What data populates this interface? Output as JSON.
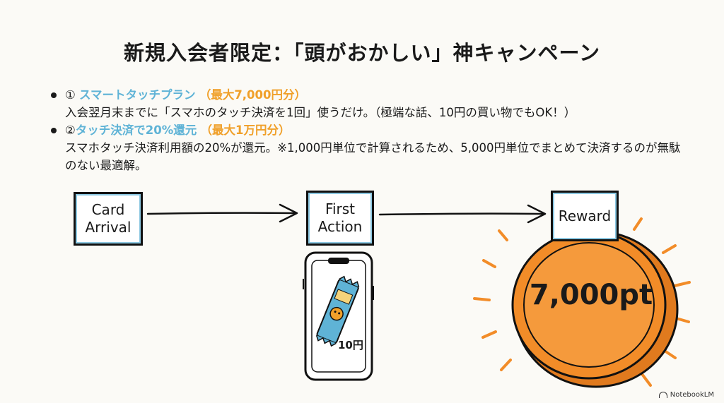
{
  "title": "新規入会者限定：「頭がおかしい」神キャンペーン",
  "bullets": [
    {
      "num": "①",
      "name": "スマートタッチプラン",
      "limit": "（最大7,000円分）",
      "desc": "入会翌月末までに「スマホのタッチ決済を1回」使うだけ。（極端な話、10円の買い物でもOK！）"
    },
    {
      "num": "②",
      "name": "タッチ決済で20%還元",
      "limit": "（最大1万円分）",
      "desc": "スマホタッチ決済利用額の20%が還元。※1,000円単位で計算されるため、5,000円単位でまとめて決済するのが無駄のない最適解。"
    }
  ],
  "flow": {
    "step1": "Card\nArrival",
    "step2": "First\nAction",
    "step3": "Reward"
  },
  "phone_price": "10円",
  "coin_label": "7,000pt",
  "brand": "NotebookLM",
  "colors": {
    "blue": "#5fb3d6",
    "orange": "#f0a02a",
    "coin": "#f28c28"
  }
}
